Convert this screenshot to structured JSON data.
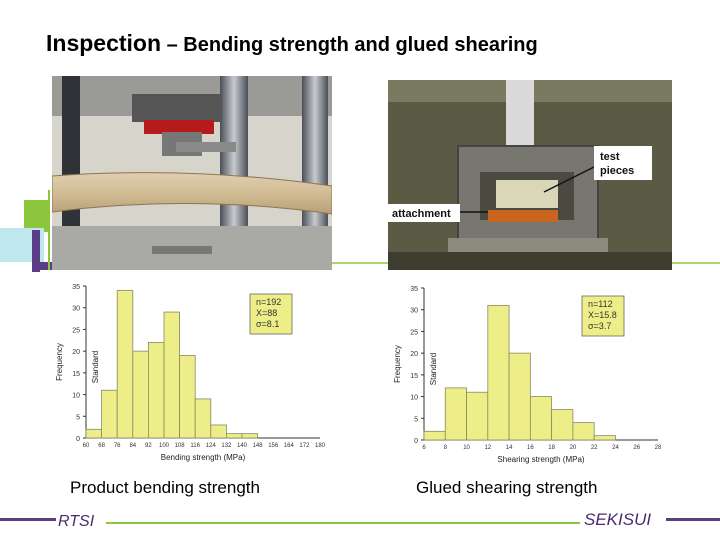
{
  "slide": {
    "title_main": "Inspection",
    "title_sub": " – Bending strength and glued shearing"
  },
  "photos": {
    "right_labels": {
      "test_pieces_line1": "test",
      "test_pieces_line2": "pieces",
      "attachment": "attachment"
    }
  },
  "captions": {
    "left": "Product bending strength",
    "right": "Glued shearing strength"
  },
  "footer": {
    "left": "RTSI",
    "right": "SEKISUI"
  },
  "colors": {
    "bar_fill": "#eeee88",
    "bar_stroke": "#888866",
    "accent_purple": "#5b3c86",
    "accent_green": "#8cc63f",
    "accent_teal": "#2aa9b4"
  },
  "chart_data": [
    {
      "type": "bar",
      "title": "",
      "xlabel": "Bending strength (MPa)",
      "ylabel": "Frequency",
      "ylabel2": "Standard",
      "ylim": [
        0,
        35
      ],
      "yticks": [
        "0",
        "5",
        "10",
        "15",
        "20",
        "25",
        "30",
        "35"
      ],
      "categories": [
        "60",
        "68",
        "76",
        "84",
        "92",
        "100",
        "108",
        "116",
        "124",
        "132",
        "140",
        "148",
        "156",
        "164",
        "172",
        "180"
      ],
      "values": [
        2,
        11,
        34,
        20,
        22,
        29,
        19,
        9,
        3,
        1,
        1,
        0
      ],
      "stats": [
        "n=192",
        "X=88",
        "σ=8.1"
      ]
    },
    {
      "type": "bar",
      "title": "",
      "xlabel": "Shearing strength (MPa)",
      "ylabel": "Frequency",
      "ylabel2": "Standard",
      "ylim": [
        0,
        35
      ],
      "yticks": [
        "0",
        "5",
        "10",
        "15",
        "20",
        "25",
        "30",
        "35"
      ],
      "categories": [
        "6",
        "8",
        "10",
        "12",
        "14",
        "16",
        "18",
        "20",
        "22",
        "24",
        "26",
        "28"
      ],
      "values": [
        2,
        12,
        11,
        31,
        20,
        10,
        7,
        4,
        1,
        0
      ],
      "stats": [
        "n=112",
        "X=15.8",
        "σ=3.7"
      ]
    }
  ]
}
